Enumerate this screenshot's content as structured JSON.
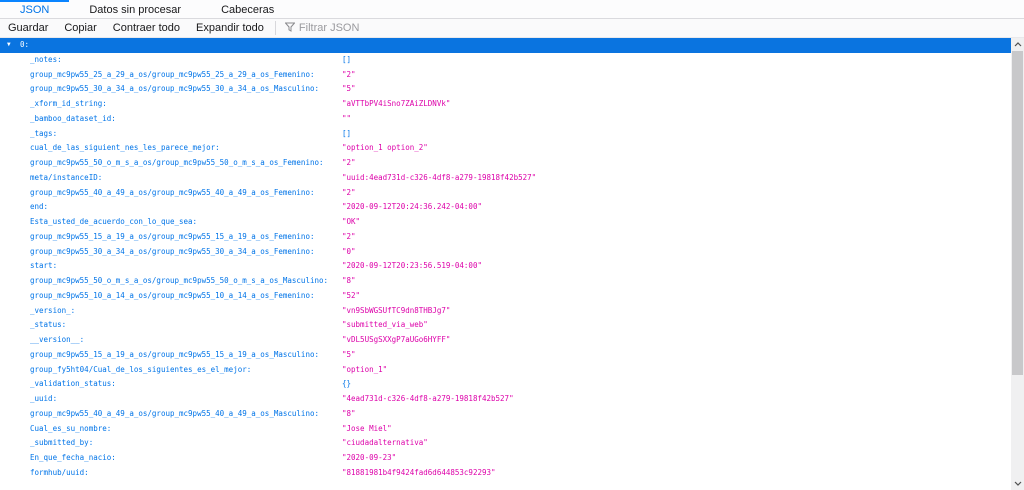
{
  "colors": {
    "accent": "#0074e8",
    "accent_bright": "#0a84ff",
    "string_value": "#dd00a9",
    "selected_row_bg": "#0a74e0"
  },
  "tabs": [
    {
      "label": "JSON",
      "active": true
    },
    {
      "label": "Datos sin procesar",
      "active": false
    },
    {
      "label": "Cabeceras",
      "active": false
    }
  ],
  "toolbar": {
    "buttons": [
      {
        "label": "Guardar"
      },
      {
        "label": "Copiar"
      },
      {
        "label": "Contraer todo"
      },
      {
        "label": "Expandir todo"
      }
    ],
    "filter_placeholder": "Filtrar JSON"
  },
  "tree": {
    "root_label": "0:",
    "twisty": "▼",
    "rows": [
      {
        "key": "_notes:",
        "value": "[]",
        "type": "bracket"
      },
      {
        "key": "group_mc9pw55_25_a_29_a_os/group_mc9pw55_25_a_29_a_os_Femenino:",
        "value": "\"2\"",
        "type": "string"
      },
      {
        "key": "group_mc9pw55_30_a_34_a_os/group_mc9pw55_30_a_34_a_os_Masculino:",
        "value": "\"5\"",
        "type": "string"
      },
      {
        "key": "_xform_id_string:",
        "value": "\"aVTTbPV4iSno7ZAiZLDNVk\"",
        "type": "string"
      },
      {
        "key": "_bamboo_dataset_id:",
        "value": "\"\"",
        "type": "string"
      },
      {
        "key": "_tags:",
        "value": "[]",
        "type": "bracket"
      },
      {
        "key": "cual_de_las_siguient_nes_les_parece_mejor:",
        "value": "\"option_1 option_2\"",
        "type": "string"
      },
      {
        "key": "group_mc9pw55_50_o_m_s_a_os/group_mc9pw55_50_o_m_s_a_os_Femenino:",
        "value": "\"2\"",
        "type": "string"
      },
      {
        "key": "meta/instanceID:",
        "value": "\"uuid:4ead731d-c326-4df8-a279-19818f42b527\"",
        "type": "string"
      },
      {
        "key": "group_mc9pw55_40_a_49_a_os/group_mc9pw55_40_a_49_a_os_Femenino:",
        "value": "\"2\"",
        "type": "string"
      },
      {
        "key": "end:",
        "value": "\"2020-09-12T20:24:36.242-04:00\"",
        "type": "string"
      },
      {
        "key": "Esta_usted_de_acuerdo_con_lo_que_sea:",
        "value": "\"OK\"",
        "type": "string"
      },
      {
        "key": "group_mc9pw55_15_a_19_a_os/group_mc9pw55_15_a_19_a_os_Femenino:",
        "value": "\"2\"",
        "type": "string"
      },
      {
        "key": "group_mc9pw55_30_a_34_a_os/group_mc9pw55_30_a_34_a_os_Femenino:",
        "value": "\"0\"",
        "type": "string"
      },
      {
        "key": "start:",
        "value": "\"2020-09-12T20:23:56.519-04:00\"",
        "type": "string"
      },
      {
        "key": "group_mc9pw55_50_o_m_s_a_os/group_mc9pw55_50_o_m_s_a_os_Masculino:",
        "value": "\"8\"",
        "type": "string"
      },
      {
        "key": "group_mc9pw55_10_a_14_a_os/group_mc9pw55_10_a_14_a_os_Femenino:",
        "value": "\"52\"",
        "type": "string"
      },
      {
        "key": "_version_:",
        "value": "\"vn9SbWGSUfTC9dn8THBJg7\"",
        "type": "string"
      },
      {
        "key": "_status:",
        "value": "\"submitted_via_web\"",
        "type": "string"
      },
      {
        "key": "__version__:",
        "value": "\"vDL5USgSXXgP7aUGo6HYFF\"",
        "type": "string"
      },
      {
        "key": "group_mc9pw55_15_a_19_a_os/group_mc9pw55_15_a_19_a_os_Masculino:",
        "value": "\"5\"",
        "type": "string"
      },
      {
        "key": "group_fy5ht04/Cual_de_los_siguientes_es_el_mejor:",
        "value": "\"option_1\"",
        "type": "string"
      },
      {
        "key": "_validation_status:",
        "value": "{}",
        "type": "bracket"
      },
      {
        "key": "_uuid:",
        "value": "\"4ead731d-c326-4df8-a279-19818f42b527\"",
        "type": "string"
      },
      {
        "key": "group_mc9pw55_40_a_49_a_os/group_mc9pw55_40_a_49_a_os_Masculino:",
        "value": "\"8\"",
        "type": "string"
      },
      {
        "key": "Cual_es_su_nombre:",
        "value": "\"Jose Miel\"",
        "type": "string"
      },
      {
        "key": "_submitted_by:",
        "value": "\"ciudadalternativa\"",
        "type": "string"
      },
      {
        "key": "En_que_fecha_nacio:",
        "value": "\"2020-09-23\"",
        "type": "string"
      },
      {
        "key": "formhub/uuid:",
        "value": "\"81881981b4f9424fad6d644853c92293\"",
        "type": "string"
      }
    ]
  }
}
